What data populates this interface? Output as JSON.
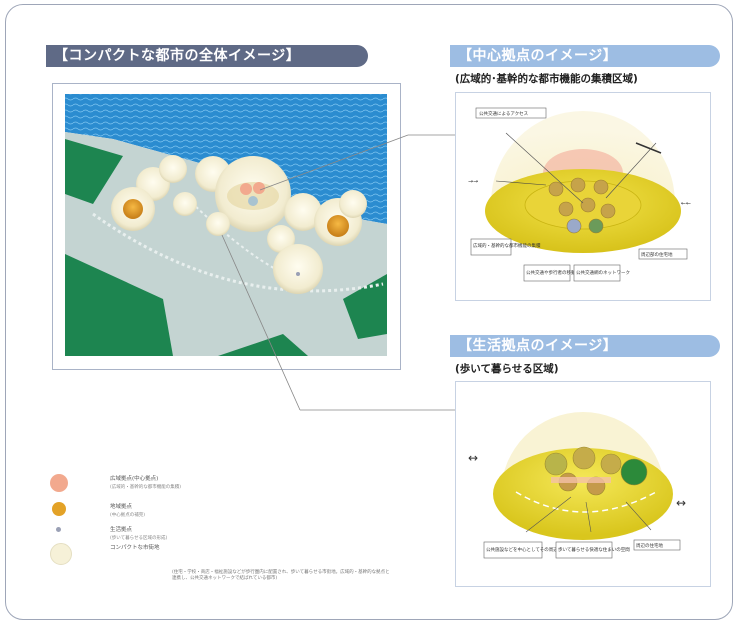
{
  "titles": {
    "whole_city": "【コンパクトな都市の全体イメージ】",
    "center_hub": "【中心拠点のイメージ】",
    "center_hub_sub": "(広域的･基幹的な都市機能の集積区域)",
    "life_hub": "【生活拠点のイメージ】",
    "life_hub_sub": "(歩いて暮らせる区域)"
  },
  "center_diagram": {
    "callouts": [
      "公共交通によるアクセス",
      "広域的・基幹的な都市機能の集積",
      "公共交通や歩行者の移動手段",
      "公共交通網のネットワーク",
      "周辺部の住宅地"
    ]
  },
  "life_diagram": {
    "callouts": [
      "公共施設などを中心としてその周辺部にある都市機能",
      "歩いて暮らせる快適な住まいの空間",
      "周辺の住宅地"
    ]
  },
  "legend": {
    "items": [
      {
        "label": "広域拠点(中心拠点)",
        "note": "(広域的・基幹的な都市機能の集積)",
        "color": "#f2a98e"
      },
      {
        "label": "地域拠点",
        "note": "(中心拠点の補完)",
        "color": "#e3a227"
      },
      {
        "label": "生活拠点",
        "note": "(歩いて暮らせる区域の形成)",
        "color": "#9aa0b5"
      },
      {
        "label": "コンパクトな市街地",
        "note": "",
        "color": "#f6f1d8"
      }
    ],
    "footnote": "(住宅・学校・商店・福祉施設などが歩行圏内に配置され、歩いて暮らせる市街地。広域的・基幹的な拠点と連携し、公共交通ネットワークで結ばれている都市)"
  },
  "colors": {
    "banner_dark": "#5f6a86",
    "banner_light": "#9dbde3",
    "water": "#2e8fd3",
    "green": "#1f8a55",
    "road": "#bfd1cf",
    "dome": "#f6f1d6",
    "hub_yellow": "#e6d21c"
  }
}
